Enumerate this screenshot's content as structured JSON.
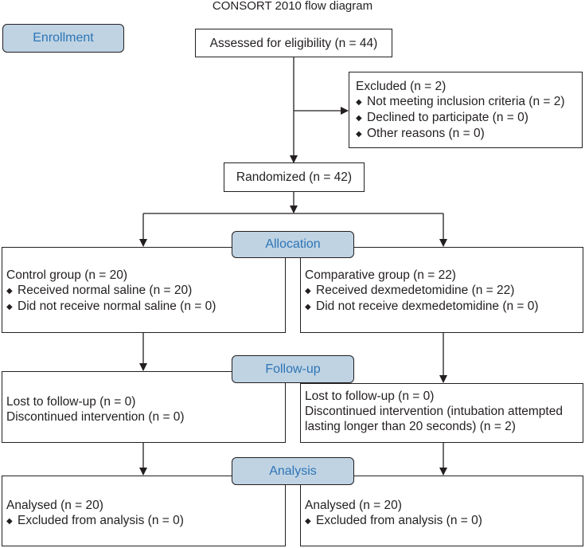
{
  "title": "CONSORT 2010 flow diagram",
  "stages": {
    "enrollment": "Enrollment",
    "allocation": "Allocation",
    "followup": "Follow-up",
    "analysis": "Analysis"
  },
  "assessed": "Assessed for eligibility (n = 44)",
  "excluded": {
    "heading": "Excluded (n = 2)",
    "items": [
      "Not meeting inclusion criteria (n = 2)",
      "Declined to participate (n = 0)",
      "Other reasons (n = 0)"
    ]
  },
  "randomized": "Randomized (n = 42)",
  "allocation": {
    "control": {
      "heading": "Control group (n = 20)",
      "items": [
        "Received normal saline (n = 20)",
        "Did not receive normal saline (n = 0)"
      ]
    },
    "comparative": {
      "heading": "Comparative group (n = 22)",
      "items": [
        "Received dexmedetomidine (n = 22)",
        "Did not receive dexmedetomidine (n = 0)"
      ]
    }
  },
  "followup": {
    "control": {
      "lines": [
        "Lost to follow-up (n = 0)",
        "Discontinued intervention (n = 0)"
      ]
    },
    "comparative": {
      "lines": [
        "Lost to follow-up (n = 0)",
        "Discontinued intervention (intubation attempted",
        "lasting longer than 20 seconds) (n = 2)"
      ]
    }
  },
  "analysis": {
    "control": {
      "heading": "Analysed (n = 20)",
      "items": [
        "Excluded from analysis (n = 0)"
      ]
    },
    "comparative": {
      "heading": "Analysed (n = 20)",
      "items": [
        "Excluded from analysis (n = 0)"
      ]
    }
  },
  "bullet_glyph": "◆"
}
